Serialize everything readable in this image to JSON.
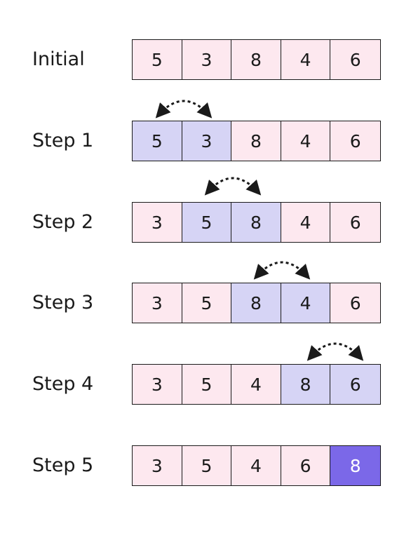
{
  "rows": [
    {
      "label": "Initial",
      "values": [
        "5",
        "3",
        "8",
        "4",
        "6"
      ],
      "compared": [],
      "final": []
    },
    {
      "label": "Step 1",
      "values": [
        "5",
        "3",
        "8",
        "4",
        "6"
      ],
      "compared": [
        0,
        1
      ],
      "final": []
    },
    {
      "label": "Step 2",
      "values": [
        "3",
        "5",
        "8",
        "4",
        "6"
      ],
      "compared": [
        1,
        2
      ],
      "final": []
    },
    {
      "label": "Step 3",
      "values": [
        "3",
        "5",
        "8",
        "4",
        "6"
      ],
      "compared": [
        2,
        3
      ],
      "final": []
    },
    {
      "label": "Step 4",
      "values": [
        "3",
        "5",
        "4",
        "8",
        "6"
      ],
      "compared": [
        3,
        4
      ],
      "final": []
    },
    {
      "label": "Step 5",
      "values": [
        "3",
        "5",
        "4",
        "6",
        "8"
      ],
      "compared": [],
      "final": [
        4
      ]
    }
  ],
  "colors": {
    "default_cell": "#fde8ef",
    "compared_cell": "#d6d4f5",
    "final_cell": "#7b68e8",
    "stroke": "#1a1a1a"
  }
}
